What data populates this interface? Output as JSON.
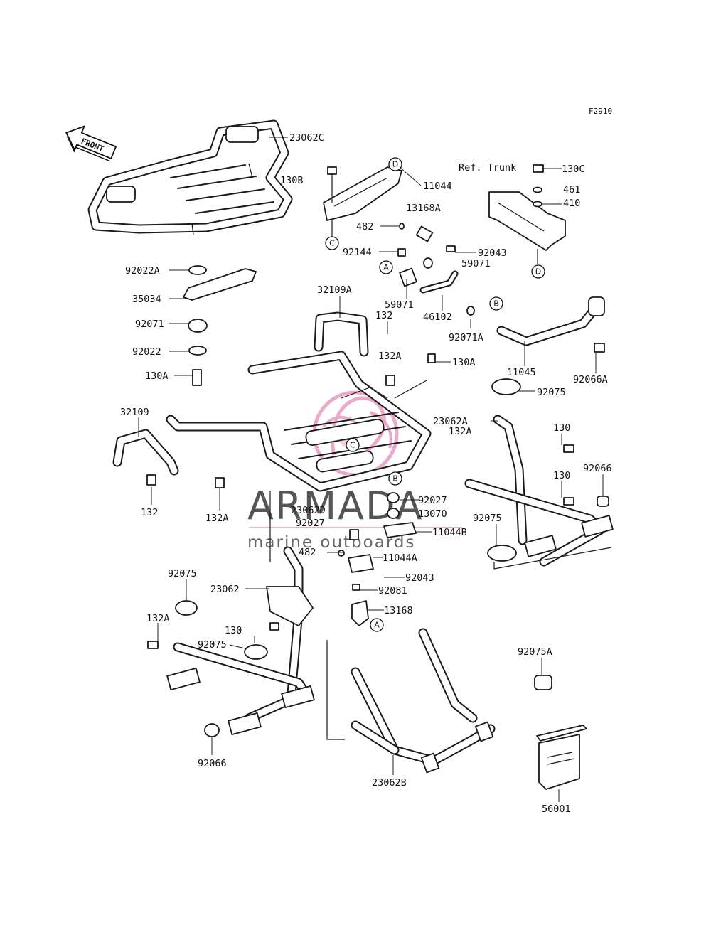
{
  "figure_code": "F2910",
  "ref_note": "Ref. Trunk",
  "front_arrow_text": "FRONT",
  "watermark": {
    "brand": "ARMADA",
    "tagline": "marine outboards",
    "accent_color": "#e89cc4",
    "text_color": "#555555"
  },
  "callouts": [
    "A",
    "B",
    "C",
    "D"
  ],
  "labels": [
    "23062C",
    "130B",
    "11044",
    "13168A",
    "482",
    "92144",
    "92043",
    "59071",
    "59071",
    "46102",
    "130C",
    "461",
    "410",
    "92022A",
    "35034",
    "92071",
    "92022",
    "130A",
    "32109A",
    "132",
    "132A",
    "130A",
    "92071A",
    "11045",
    "92066A",
    "92075",
    "23062A",
    "132A",
    "130",
    "130",
    "92066",
    "32109",
    "132",
    "132A",
    "23062D",
    "92027",
    "92027",
    "13070",
    "11044B",
    "482",
    "11044A",
    "92075",
    "92043",
    "23062",
    "92081",
    "13168",
    "132A",
    "130",
    "92075",
    "92075",
    "92075A",
    "92066",
    "23062B",
    "56001"
  ]
}
